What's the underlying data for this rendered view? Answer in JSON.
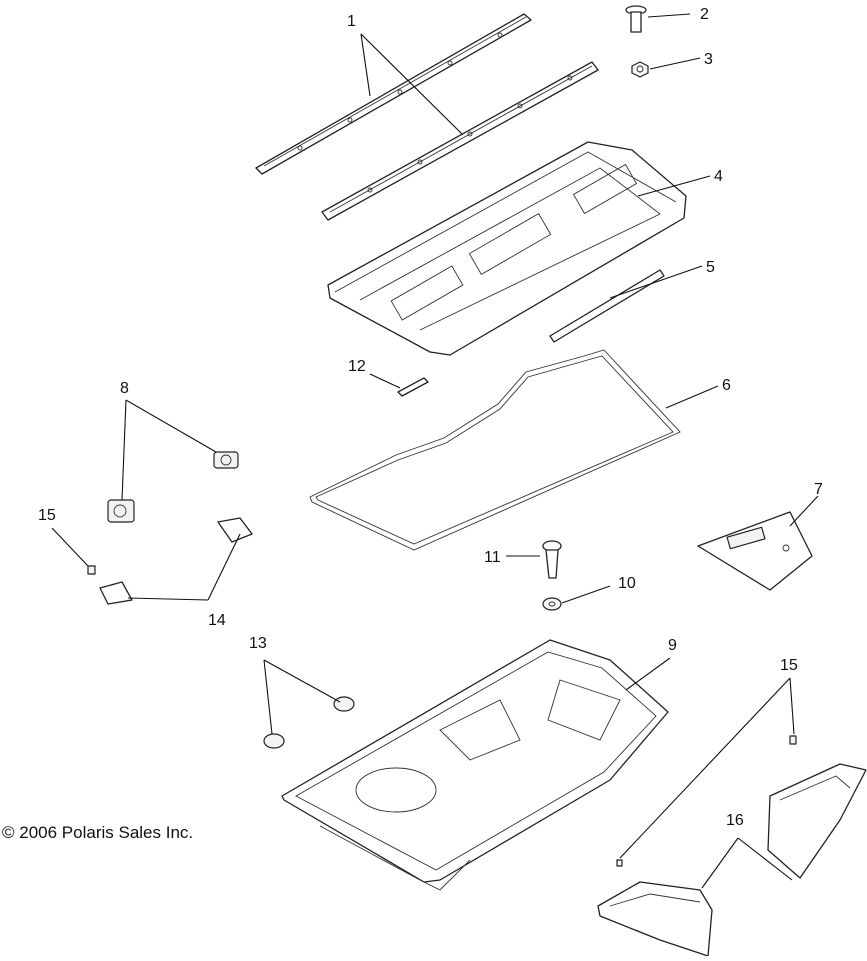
{
  "diagram": {
    "copyright": "© 2006 Polaris Sales Inc.",
    "callouts": [
      "1",
      "2",
      "3",
      "4",
      "5",
      "6",
      "7",
      "8",
      "9",
      "10",
      "11",
      "12",
      "13",
      "14",
      "15",
      "15",
      "16"
    ]
  }
}
